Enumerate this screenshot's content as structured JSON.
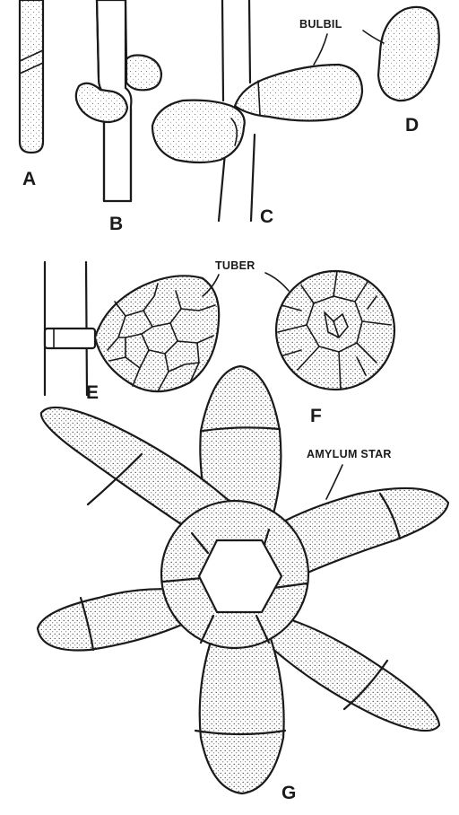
{
  "panels": {
    "a": "A",
    "b": "B",
    "c": "C",
    "d": "D",
    "e": "E",
    "f": "F",
    "g": "G"
  },
  "labels": {
    "bulbil": "BULBIL",
    "tuber": "TUBER",
    "amylum_star": "AMYLUM STAR"
  }
}
